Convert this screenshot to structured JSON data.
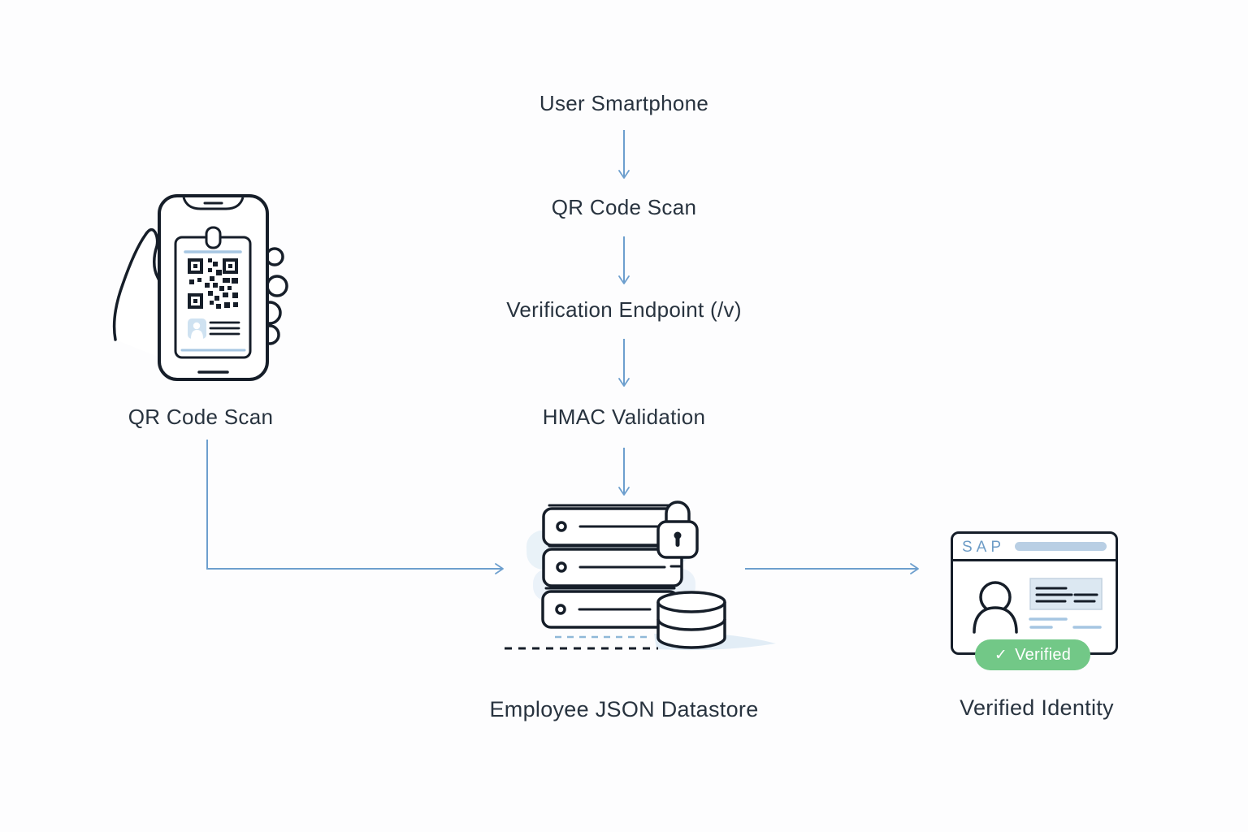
{
  "flow": {
    "steps": [
      {
        "label": "User Smartphone"
      },
      {
        "label": "QR Code Scan"
      },
      {
        "label": "Verification Endpoint (/v)"
      },
      {
        "label": "HMAC Validation"
      }
    ],
    "datastore_label": "Employee JSON Datastore"
  },
  "phone_node": {
    "caption": "QR Code Scan"
  },
  "identity_card": {
    "brand": "SAP",
    "badge_check": "✓",
    "badge_label": "Verified",
    "caption": "Verified Identity"
  },
  "icons": {
    "smartphone": "smartphone-qr-icon",
    "hand": "hand-holding-phone-icon",
    "qr": "qr-code-icon",
    "server": "server-stack-icon",
    "lock": "padlock-icon",
    "database": "database-cylinder-icon",
    "person": "person-silhouette-icon",
    "check": "checkmark-icon"
  },
  "colors": {
    "text": "#28333f",
    "arrow": "#6d9fce",
    "outline": "#161e29",
    "accent_blue": "#a6c6e2",
    "light_blue_fill": "#cfe2f1",
    "pale_blue": "#e2edf6",
    "brand_blue": "#6d9cc6",
    "badge_green": "#72c887"
  }
}
